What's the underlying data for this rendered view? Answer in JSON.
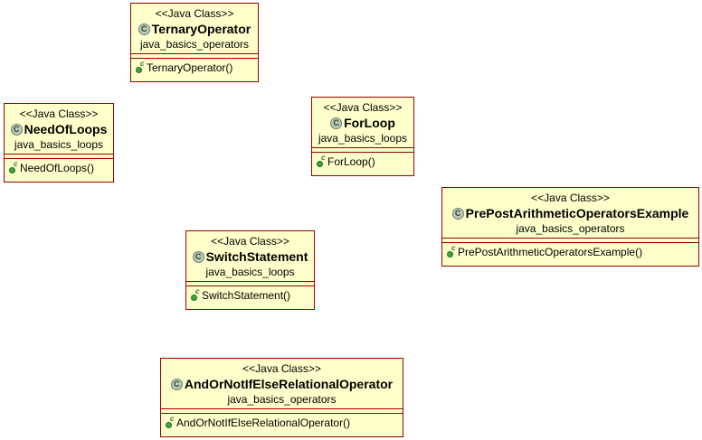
{
  "classes": [
    {
      "stereotype": "<<Java Class>>",
      "name": "TernaryOperator",
      "package": "java_basics_operators",
      "operation": "TernaryOperator()"
    },
    {
      "stereotype": "<<Java Class>>",
      "name": "NeedOfLoops",
      "package": "java_basics_loops",
      "operation": "NeedOfLoops()"
    },
    {
      "stereotype": "<<Java Class>>",
      "name": "ForLoop",
      "package": "java_basics_loops",
      "operation": "ForLoop()"
    },
    {
      "stereotype": "<<Java Class>>",
      "name": "PrePostArithmeticOperatorsExample",
      "package": "java_basics_operators",
      "operation": "PrePostArithmeticOperatorsExample()"
    },
    {
      "stereotype": "<<Java Class>>",
      "name": "SwitchStatement",
      "package": "java_basics_loops",
      "operation": "SwitchStatement()"
    },
    {
      "stereotype": "<<Java Class>>",
      "name": "AndOrNotIfElseRelationalOperator",
      "package": "java_basics_operators",
      "operation": "AndOrNotIfElseRelationalOperator()"
    }
  ],
  "icons": {
    "class_icon": "class-c-icon",
    "constructor_icon": "public-constructor-icon"
  },
  "colors": {
    "box_fill": "#ffffcc",
    "box_border": "#990000",
    "class_icon": "#b9c9b9",
    "method_icon": "#3fa43f"
  }
}
